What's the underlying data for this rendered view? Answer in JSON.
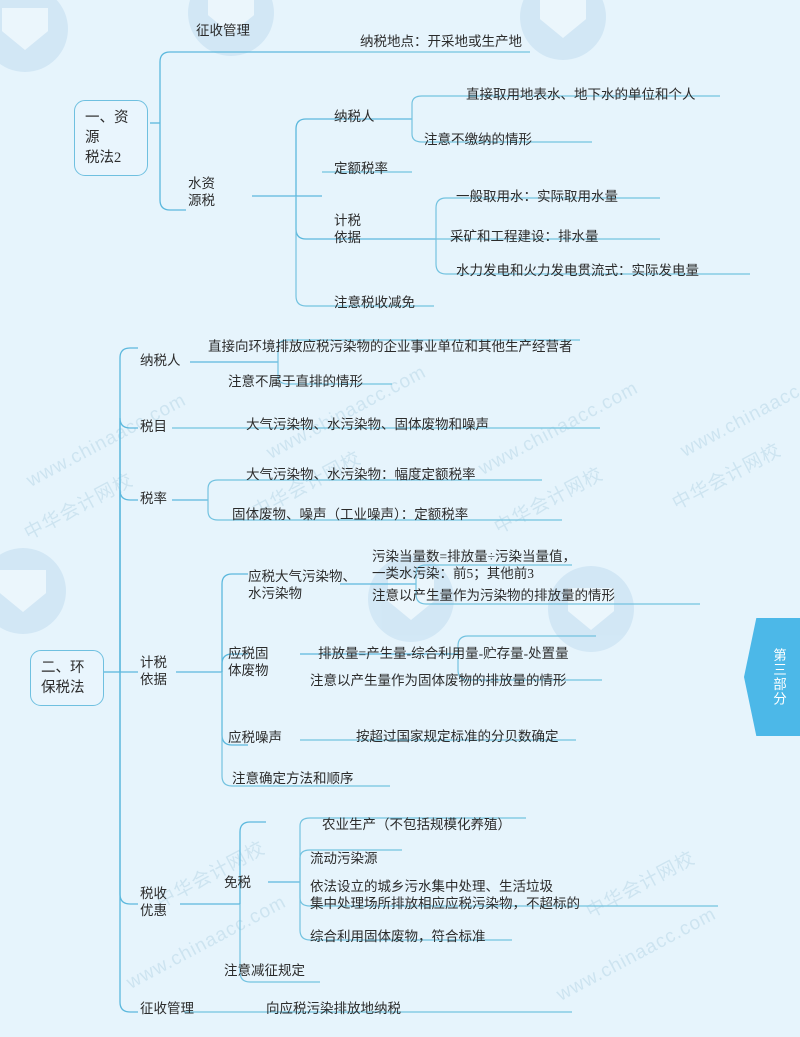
{
  "page": {
    "background_color": "#e6f4fc",
    "line_color": "#5cb8dd",
    "node_border_color": "#6fc0e0",
    "accent_color": "#4cb8e8",
    "side_tab_label": "第三部分",
    "watermark_brand": "中华会计网校",
    "watermark_url": "www.chinaacc.com"
  },
  "diagram": {
    "type": "mindmap",
    "roots": [
      {
        "id": "root1",
        "label": "一、资源\n税法2",
        "branches": [
          {
            "id": "r1b1",
            "label": "征收管理",
            "leaves": [
              {
                "id": "r1b1l1",
                "text": "纳税地点：开采地或生产地"
              }
            ]
          },
          {
            "id": "r1b2",
            "label": "水资\n源税",
            "children": [
              {
                "id": "r1b2c1",
                "label": "纳税人",
                "leaves": [
                  {
                    "id": "r1b2c1l1",
                    "text": "直接取用地表水、地下水的单位和个人"
                  },
                  {
                    "id": "r1b2c1l2",
                    "text": "注意不缴纳的情形"
                  }
                ]
              },
              {
                "id": "r1b2c2",
                "label": "定额税率",
                "leaves": []
              },
              {
                "id": "r1b2c3",
                "label": "计税\n依据",
                "leaves": [
                  {
                    "id": "r1b2c3l1",
                    "text": "一般取用水：实际取用水量"
                  },
                  {
                    "id": "r1b2c3l2",
                    "text": "采矿和工程建设：排水量"
                  },
                  {
                    "id": "r1b2c3l3",
                    "text": "水力发电和火力发电贯流式：实际发电量"
                  }
                ]
              },
              {
                "id": "r1b2c4",
                "label": "注意税收减免",
                "leaves": []
              }
            ]
          }
        ]
      },
      {
        "id": "root2",
        "label": "二、环\n保税法",
        "branches": [
          {
            "id": "r2b1",
            "label": "纳税人",
            "leaves": [
              {
                "id": "r2b1l1",
                "text": "直接向环境排放应税污染物的企业事业单位和其他生产经营者"
              },
              {
                "id": "r2b1l2",
                "text": "注意不属于直排的情形"
              }
            ]
          },
          {
            "id": "r2b2",
            "label": "税目",
            "leaves": [
              {
                "id": "r2b2l1",
                "text": "大气污染物、水污染物、固体废物和噪声"
              }
            ]
          },
          {
            "id": "r2b3",
            "label": "税率",
            "leaves": [
              {
                "id": "r2b3l1",
                "text": "大气污染物、水污染物：幅度定额税率"
              },
              {
                "id": "r2b3l2",
                "text": "固体废物、噪声（工业噪声）：定额税率"
              }
            ]
          },
          {
            "id": "r2b4",
            "label": "计税\n依据",
            "children": [
              {
                "id": "r2b4c1",
                "label": "应税大气污染物、\n水污染物",
                "leaves": [
                  {
                    "id": "r2b4c1l1",
                    "text": "污染当量数=排放量÷污染当量值，\n一类水污染：前5；其他前3"
                  },
                  {
                    "id": "r2b4c1l2",
                    "text": "注意以产生量作为污染物的排放量的情形"
                  }
                ]
              },
              {
                "id": "r2b4c2",
                "label": "应税固\n体废物",
                "leaves": [
                  {
                    "id": "r2b4c2l1",
                    "text": "排放量=产生量-综合利用量-贮存量-处置量"
                  },
                  {
                    "id": "r2b4c2l2",
                    "text": "注意以产生量作为固体废物的排放量的情形"
                  }
                ]
              },
              {
                "id": "r2b4c3",
                "label": "应税噪声",
                "leaves": [
                  {
                    "id": "r2b4c3l1",
                    "text": "按超过国家规定标准的分贝数确定"
                  }
                ]
              },
              {
                "id": "r2b4c4",
                "label": "注意确定方法和顺序",
                "leaves": []
              }
            ]
          },
          {
            "id": "r2b5",
            "label": "税收\n优惠",
            "children": [
              {
                "id": "r2b5c1",
                "label": "免税",
                "leaves": [
                  {
                    "id": "r2b5c1l1",
                    "text": "农业生产（不包括规模化养殖）"
                  },
                  {
                    "id": "r2b5c1l2",
                    "text": "流动污染源"
                  },
                  {
                    "id": "r2b5c1l3",
                    "text": "依法设立的城乡污水集中处理、生活垃圾\n集中处理场所排放相应应税污染物，不超标的"
                  },
                  {
                    "id": "r2b5c1l4",
                    "text": "综合利用固体废物，符合标准"
                  }
                ]
              },
              {
                "id": "r2b5c2",
                "label": "注意减征规定",
                "leaves": []
              }
            ]
          },
          {
            "id": "r2b6",
            "label": "征收管理",
            "leaves": [
              {
                "id": "r2b6l1",
                "text": "向应税污染排放地纳税"
              }
            ]
          }
        ]
      }
    ]
  }
}
